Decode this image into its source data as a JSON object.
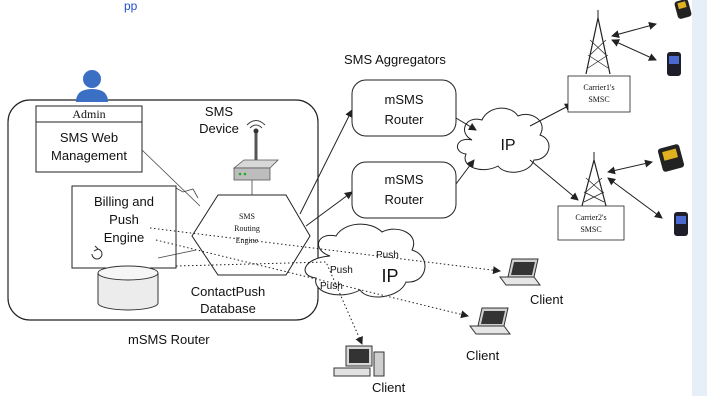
{
  "header_fragment": "pp",
  "sections": {
    "sms_aggregators": "SMS Aggregators",
    "msms_router_box": "mSMS Router"
  },
  "components": {
    "admin": "Admin",
    "sms_web_management_line1": "SMS Web",
    "sms_web_management_line2": "Management",
    "sms_device_line1": "SMS",
    "sms_device_line2": "Device",
    "billing_line1": "Billing and",
    "billing_line2": "Push",
    "billing_line3": "Engine",
    "routing_line1": "SMS",
    "routing_line2": "Routing",
    "routing_line3": "Engine",
    "database_line1": "ContactPush",
    "database_line2": "Database",
    "router1_line1": "mSMS",
    "router1_line2": "Router",
    "router2_line1": "mSMS",
    "router2_line2": "Router",
    "ip_top": "IP",
    "ip_bottom": "IP",
    "carrier1_line1": "Carrier1's",
    "carrier1_line2": "SMSC",
    "carrier2_line1": "Carrier2's",
    "carrier2_line2": "SMSC"
  },
  "push_labels": [
    "Push",
    "Push",
    "Push"
  ],
  "clients": [
    "Client",
    "Client",
    "Client"
  ],
  "colors": {
    "stroke": "#222222",
    "user_icon": "#3a6fc4",
    "header_text": "#1f4fd1",
    "phone_screen": "#e0b020"
  }
}
